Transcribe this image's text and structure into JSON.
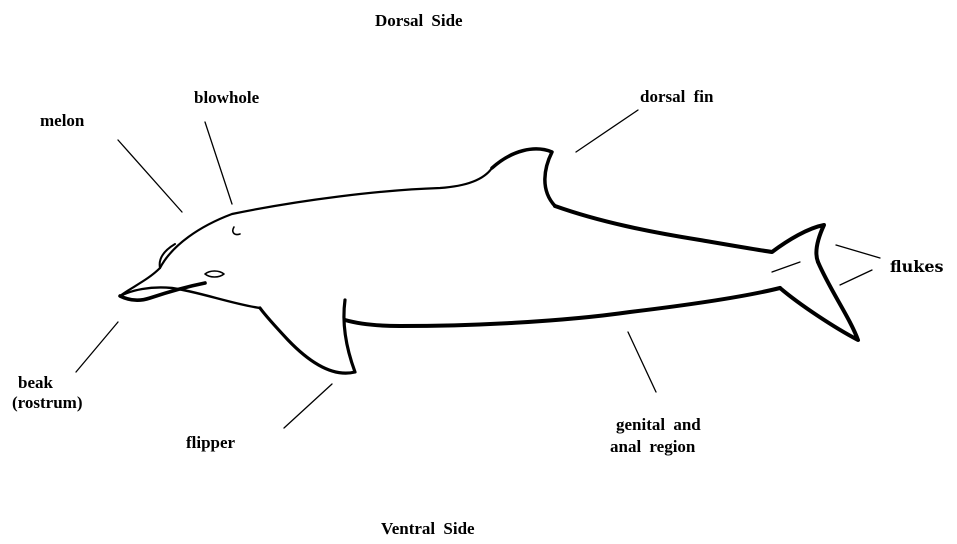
{
  "diagram": {
    "orientation": {
      "top": "Dorsal Side",
      "bottom": "Ventral Side"
    },
    "labels": {
      "melon": "melon",
      "blowhole": "blowhole",
      "dorsal_fin": "dorsal fin",
      "flukes": "flukes",
      "beak": "beak",
      "rostrum": "(rostrum)",
      "flipper": "flipper",
      "genital_line1": "genital and",
      "genital_line2": "anal region"
    },
    "colors": {
      "ink": "#000000",
      "background": "#ffffff"
    }
  }
}
